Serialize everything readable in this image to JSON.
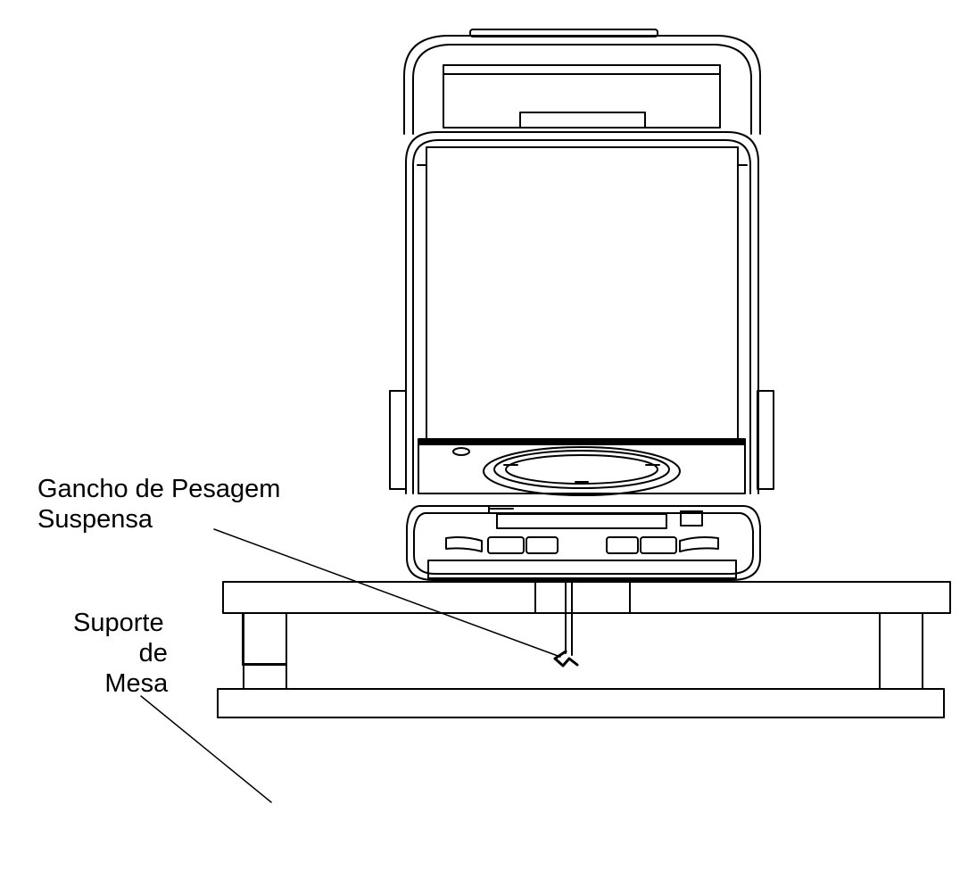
{
  "labels": {
    "hook": {
      "line1": "Gancho de Pesagem",
      "line2": "Suspensa"
    },
    "table_support": {
      "line1": "Suporte",
      "line2": "de",
      "line3": "Mesa"
    }
  },
  "colors": {
    "ink": "#000000",
    "paper": "#ffffff"
  }
}
